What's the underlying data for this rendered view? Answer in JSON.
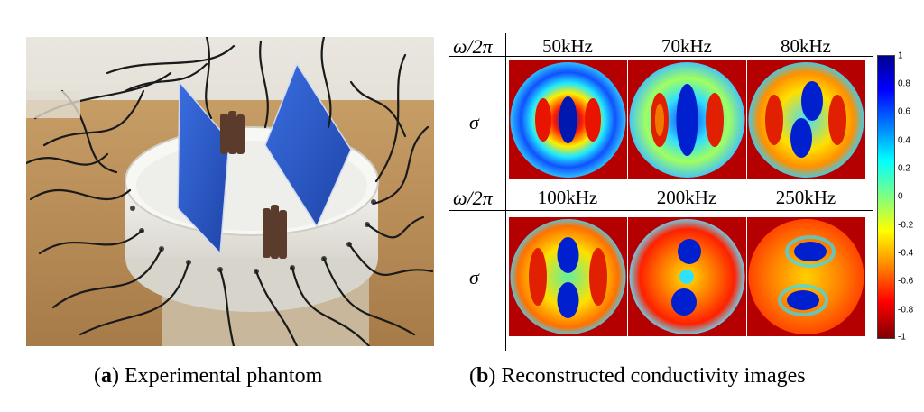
{
  "panel_a": {
    "caption_letter": "a",
    "caption_text": "Experimental phantom"
  },
  "panel_b": {
    "caption_letter": "b",
    "caption_text": "Reconstructed conductivity images",
    "freq_row_label": "ω/2π",
    "sigma_row_label": "σ",
    "rows": [
      {
        "frequencies": [
          "50kHz",
          "70kHz",
          "80kHz"
        ]
      },
      {
        "frequencies": [
          "100kHz",
          "200kHz",
          "250kHz"
        ]
      }
    ],
    "colorbar": {
      "ticks": [
        "1",
        "0.8",
        "0.6",
        "0.4",
        "0.2",
        "0",
        "-0.2",
        "-0.4",
        "-0.6",
        "-0.8",
        "-1"
      ]
    }
  },
  "colors": {
    "tile_background": "#b40000",
    "phantom_sheet": "#2a57c9"
  }
}
